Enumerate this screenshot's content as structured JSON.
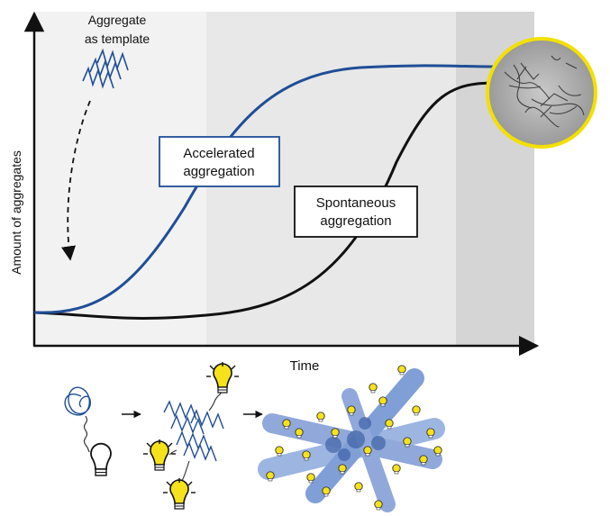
{
  "diagram": {
    "xlabel": "Time",
    "ylabel": "Amount of aggregates",
    "template_note": {
      "line1": "Aggregate",
      "line2": "as template"
    },
    "accelerated_box": {
      "line1": "Accelerated",
      "line2": "aggregation"
    },
    "spontaneous_box": {
      "line1": "Spontaneous",
      "line2": "aggregation"
    }
  },
  "colors": {
    "accelerated_curve": "#1f4e96",
    "spontaneous_curve": "#111111",
    "phase_1": "#f2f2f2",
    "phase_2": "#e8e8e8",
    "phase_3": "#d5d5d5",
    "micrograph_ring": "#f3e000",
    "bulb_yellow": "#f6e21a",
    "fibril_blue": "#6b8fcf"
  },
  "icons": [
    "template-zigzag-icon",
    "dashed-arrow-icon",
    "micrograph-image",
    "unfolded-protein-icon",
    "lightbulb-icon",
    "oligomer-icon",
    "fibril-bundle-icon"
  ]
}
